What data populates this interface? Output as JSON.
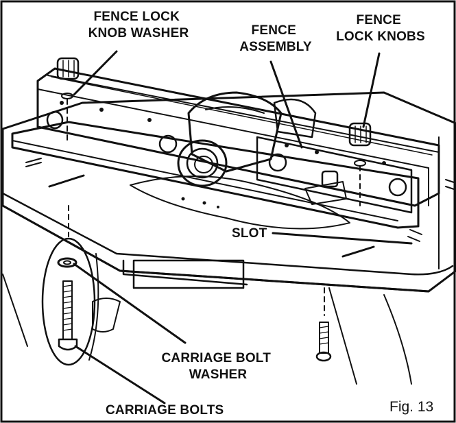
{
  "callouts": {
    "fence_lock_knob_washer": [
      "FENCE LOCK",
      "KNOB WASHER"
    ],
    "fence_assembly": [
      "FENCE",
      "ASSEMBLY"
    ],
    "fence_lock_knobs": [
      "FENCE",
      "LOCK KNOBS"
    ],
    "slot": "SLOT",
    "carriage_bolt_washer": [
      "CARRIAGE BOLT",
      "WASHER"
    ],
    "carriage_bolts": "CARRIAGE BOLTS"
  },
  "figure_label": "Fig. 13",
  "colors": {
    "ink": "#111111",
    "background": "#ffffff",
    "plate": "#e8e8e8"
  }
}
